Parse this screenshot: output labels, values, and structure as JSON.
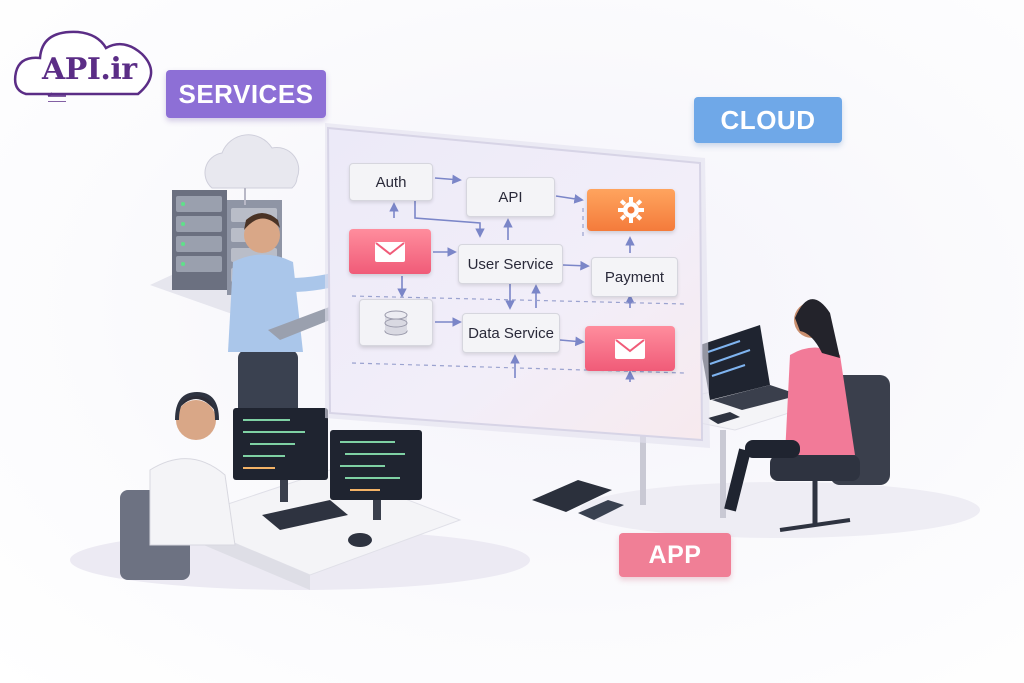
{
  "logo": {
    "text": "API.ir"
  },
  "tags": {
    "services": "SERVICES",
    "cloud": "CLOUD",
    "app": "APP"
  },
  "nodes": {
    "auth": "Auth",
    "api": "API",
    "user_service": "User Service",
    "payment": "Payment",
    "data_service": "Data Service"
  },
  "icons": {
    "mail_top": "mail-icon",
    "gear": "gear-icon",
    "database": "database-icon",
    "mail_bottom": "mail-icon"
  },
  "colors": {
    "services": "#8d6fd6",
    "cloud": "#6fa8e8",
    "app": "#f07f96",
    "logo": "#5b2d86"
  }
}
